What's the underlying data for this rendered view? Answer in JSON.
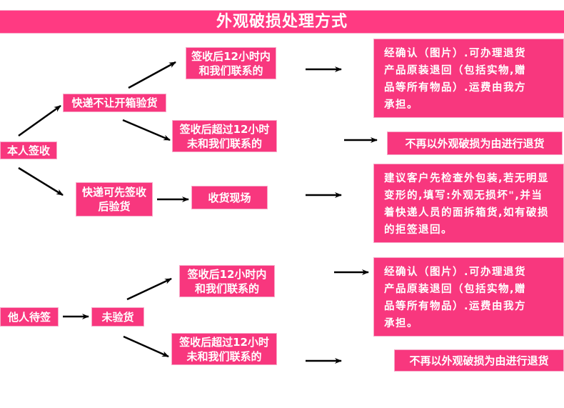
{
  "title": "外观破损处理方式",
  "colors": {
    "accent": "#f8377e",
    "header": "#ff3a82",
    "arrow": "#000000"
  },
  "self_sign": {
    "root": "本人签收",
    "branch_a": {
      "label": "快递不让开箱验货",
      "within12": [
        "签收后12小时内",
        "和我们联系的"
      ],
      "within12_result": [
        "经确认（图片）.可办理退货",
        "产品原装退回（包括实物,赠",
        "品等所有物品）.运费由我方",
        "承担。"
      ],
      "over12": [
        "签收后超过12小时",
        "未和我们联系的"
      ],
      "over12_result": "不再以外观破损为由进行退货"
    },
    "branch_b": {
      "label": [
        "快递可先签收",
        "后验货"
      ],
      "step": "收货现场",
      "result": [
        "建议客户先检查外包装,若无明显",
        "变形的,填写:外观无损坏\",并当",
        "着快递人员的面拆箱货,如有破损",
        "的拒签退回。"
      ]
    }
  },
  "other_sign": {
    "root": "他人待签",
    "step": "未验货",
    "within12": [
      "签收后12小时内",
      "和我们联系的"
    ],
    "within12_result": [
      "经确认（图片）.可办理退货",
      "产品原装退回（包括实物,赠",
      "品等所有物品）.运费由我方",
      "承担。"
    ],
    "over12": [
      "签收后超过12小时",
      "未和我们联系的"
    ],
    "over12_result": "不再以外观破损为由进行退货"
  }
}
